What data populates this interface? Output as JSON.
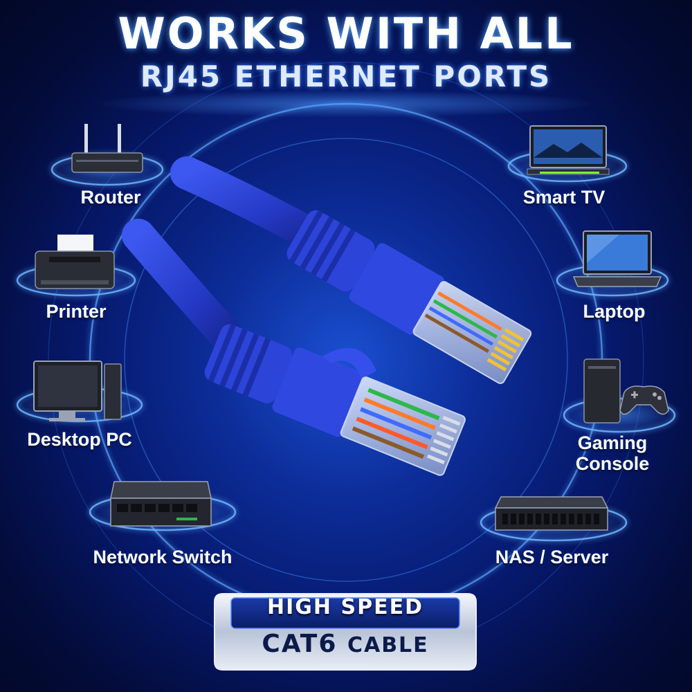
{
  "headline": {
    "line1": "WORKS WITH ALL",
    "line2": "RJ45 ETHERNET PORTS"
  },
  "devices_left": [
    {
      "label": "Router",
      "icon": "router-icon"
    },
    {
      "label": "Printer",
      "icon": "printer-icon"
    },
    {
      "label": "Desktop PC",
      "icon": "desktop-pc-icon"
    },
    {
      "label": "Network Switch",
      "icon": "network-switch-icon"
    }
  ],
  "devices_right": [
    {
      "label": "Smart TV",
      "icon": "smart-tv-icon"
    },
    {
      "label": "Laptop",
      "icon": "laptop-icon"
    },
    {
      "label": "Gaming",
      "label2": "Console",
      "icon": "gaming-console-icon"
    },
    {
      "label": "NAS / Server",
      "icon": "nas-server-icon"
    }
  ],
  "badge": {
    "line1": "HIGH SPEED",
    "line2_main": "CAT6",
    "line2_suffix": "CABLE"
  },
  "colors": {
    "background": "#06186a",
    "glow": "#3f8bff",
    "cable": "#2a3fd0",
    "badge_silver": "#c9d3e4"
  }
}
